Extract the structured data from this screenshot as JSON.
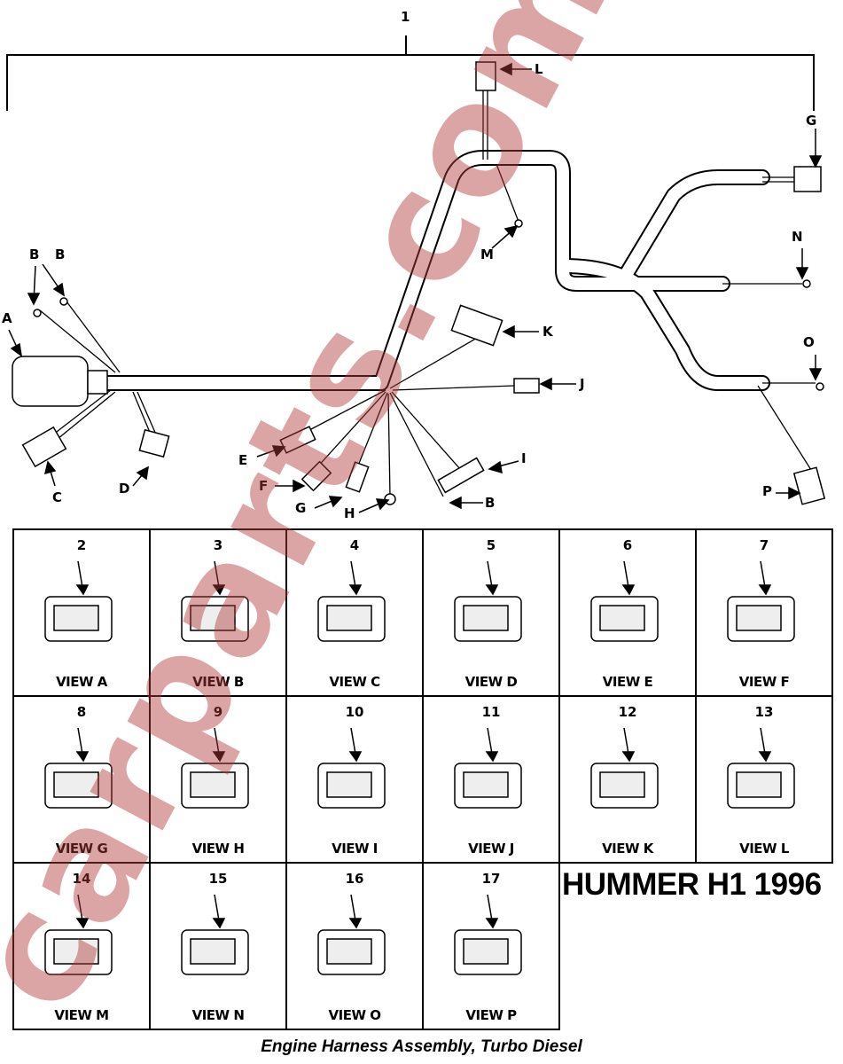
{
  "assembly_number": "1",
  "connector_labels": [
    "A",
    "B",
    "B",
    "C",
    "D",
    "E",
    "F",
    "G",
    "H",
    "B",
    "I",
    "J",
    "K",
    "L",
    "M",
    "G",
    "N",
    "O",
    "P"
  ],
  "views": [
    {
      "num": "2",
      "label": "VIEW A"
    },
    {
      "num": "3",
      "label": "VIEW B"
    },
    {
      "num": "4",
      "label": "VIEW C"
    },
    {
      "num": "5",
      "label": "VIEW D"
    },
    {
      "num": "6",
      "label": "VIEW E"
    },
    {
      "num": "7",
      "label": "VIEW F"
    },
    {
      "num": "8",
      "label": "VIEW G"
    },
    {
      "num": "9",
      "label": "VIEW H"
    },
    {
      "num": "10",
      "label": "VIEW I"
    },
    {
      "num": "11",
      "label": "VIEW J"
    },
    {
      "num": "12",
      "label": "VIEW K"
    },
    {
      "num": "13",
      "label": "VIEW L"
    },
    {
      "num": "14",
      "label": "VIEW M"
    },
    {
      "num": "15",
      "label": "VIEW N"
    },
    {
      "num": "16",
      "label": "VIEW O"
    },
    {
      "num": "17",
      "label": "VIEW P"
    }
  ],
  "title": "HUMMER H1 1996",
  "caption": "Engine Harness Assembly, Turbo Diesel",
  "watermark": "carparts.com",
  "colors": {
    "watermark": "#b03a3a",
    "line": "#000000"
  }
}
